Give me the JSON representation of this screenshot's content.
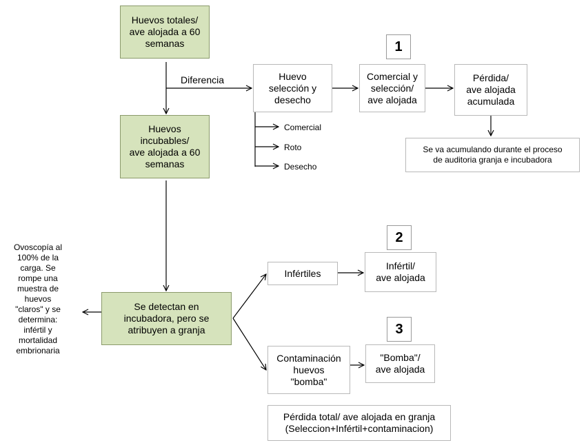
{
  "nodes": {
    "huevos_totales": "Huevos totales/\nave alojada a 60\nsemanas",
    "huevos_incubables": "Huevos\nincubables/\nave alojada a 60\nsemanas",
    "huevo_seleccion": "Huevo\nselección y\ndesecho",
    "comercial_seleccion": "Comercial y\nselección/\nave alojada",
    "perdida_acumulada": "Pérdida/\nave alojada\nacumulada",
    "nota_acumulando": "Se va acumulando durante el proceso\nde auditoria granja e incubadora",
    "se_detectan": "Se detectan en\nincubadora, pero se\natribuyen a granja",
    "infertiles": "Infértiles",
    "infertil_ave": "Infértil/\nave alojada",
    "contaminacion": "Contaminación\nhuevos\n\"bomba\"",
    "bomba_ave": "\"Bomba\"/\nave alojada",
    "perdida_total": "Pérdida total/ ave alojada en granja\n(Seleccion+Infértil+contaminacion)"
  },
  "labels": {
    "diferencia": "Diferencia",
    "comercial": "Comercial",
    "roto": "Roto",
    "desecho": "Desecho",
    "ovoscopia": "Ovoscopía al\n100% de la\ncarga. Se\nrompe una\nmuestra de\nhuevos\n\"claros\" y se\ndetermina:\ninfértil y\nmortalidad\nembrionaria"
  },
  "numbers": {
    "n1": "1",
    "n2": "2",
    "n3": "3"
  },
  "colors": {
    "green_fill": "#d6e3bc",
    "line": "#000000"
  }
}
